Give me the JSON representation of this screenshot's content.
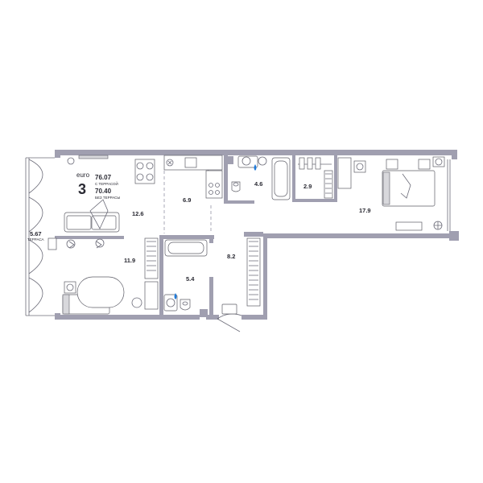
{
  "apartment": {
    "type_label": "euro",
    "rooms": "3",
    "area_with_terrace": "76.07",
    "with_terrace_label": "С ТЕРРАСОЙ",
    "area_without_terrace": "70.40",
    "without_terrace_label": "БЕЗ ТЕРРАСЫ"
  },
  "terrace": {
    "area": "5.67",
    "label": "ТЕРРАСА"
  },
  "rooms": [
    {
      "id": "living",
      "area": "12.6"
    },
    {
      "id": "kitchen",
      "area": "6.9"
    },
    {
      "id": "bathroom-top",
      "area": "4.6"
    },
    {
      "id": "wardrobe",
      "area": "2.9"
    },
    {
      "id": "master-bedroom",
      "area": "17.9"
    },
    {
      "id": "bedroom",
      "area": "11.9"
    },
    {
      "id": "bathroom-bottom",
      "area": "5.4"
    },
    {
      "id": "hallway",
      "area": "8.2"
    }
  ],
  "colors": {
    "wall": "#a09fb0",
    "text": "#2a2a33",
    "water_drop": "#1f7ad9"
  }
}
